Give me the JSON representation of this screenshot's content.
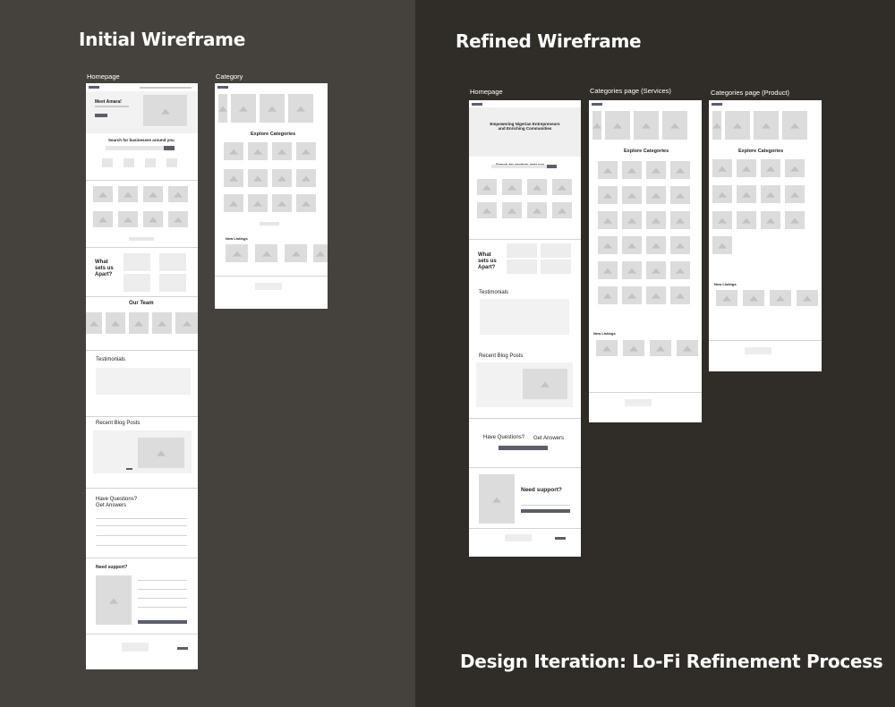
{
  "sections": {
    "initial": "Initial Wireframe",
    "refined": "Refined Wireframe"
  },
  "labels": {
    "home1": "Homepage",
    "cat1": "Category",
    "home2": "Homepage",
    "cat_services": "Categories page (Services)",
    "cat_product": "Categories page (Product)"
  },
  "caption": "Design Iteration: Lo-Fi Refinement Process",
  "wf": {
    "meet": "Meet Amara!",
    "search": "Search for businesses around you",
    "apart": "What sets us Apart?",
    "team": "Our Team",
    "testimonials": "Testimonials",
    "blog": "Recent Blog Posts",
    "questions1": "Have Questions?",
    "answers1": "Get Answers",
    "support": "Need support?",
    "explore": "Explore Categories",
    "new_listings": "New Listings",
    "empowering": "Empowering Nigerian Entrepreneurs and Enriching Communities",
    "search2": "Search for vendors near you",
    "questions2": "Have Questions?",
    "answers2": "Get Answers"
  }
}
